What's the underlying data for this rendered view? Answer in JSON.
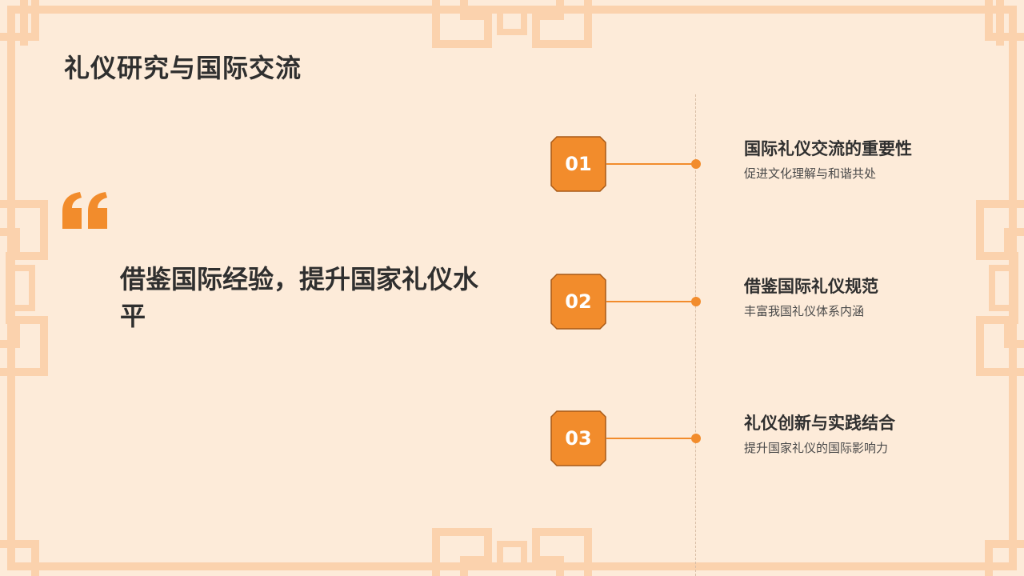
{
  "slide": {
    "title": "礼仪研究与国际交流",
    "quote": "借鉴国际经验，提升国家礼仪水平",
    "items": [
      {
        "number": "01",
        "title": "国际礼仪交流的重要性",
        "description": "促进文化理解与和谐共处"
      },
      {
        "number": "02",
        "title": "借鉴国际礼仪规范",
        "description": "丰富我国礼仪体系内涵"
      },
      {
        "number": "03",
        "title": "礼仪创新与实践结合",
        "description": "提升国家礼仪的国际影响力"
      }
    ]
  },
  "colors": {
    "background": "#fdebd9",
    "frame": "#fbd2ad",
    "accent": "#f28c2c",
    "text": "#2f2f2f"
  },
  "icons": [
    "chinese-fretwork-frame",
    "quote-mark-icon",
    "octagon-badge-icon",
    "timeline-dot-icon"
  ]
}
